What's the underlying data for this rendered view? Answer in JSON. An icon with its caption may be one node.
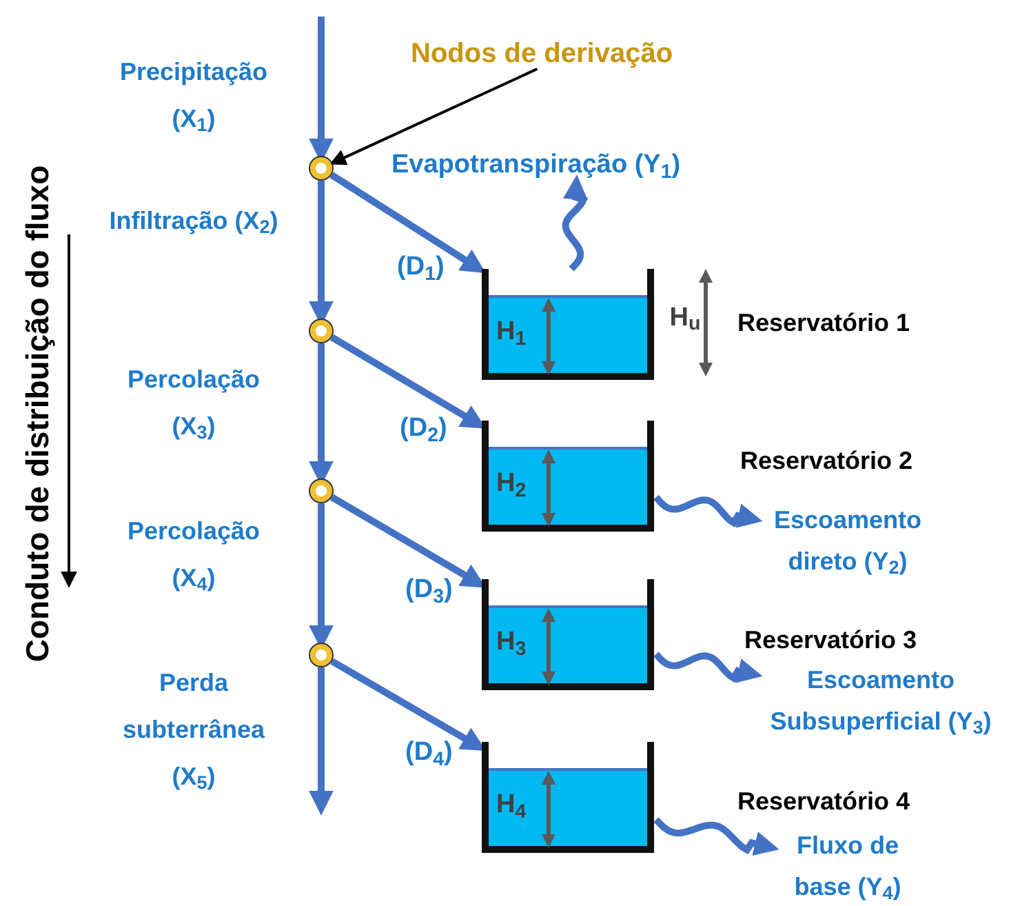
{
  "diagram": {
    "nodes": [
      {
        "text": [],
        "shape": "circle"
      },
      {
        "text": [],
        "shape": "circle"
      },
      {
        "text": [],
        "shape": "circle"
      },
      {
        "text": [],
        "shape": "circle"
      },
      {
        "text": [
          "H$_{1}$"
        ],
        "beside": [
          "(D$_{1}$)"
        ]
      },
      {
        "text": [
          "H$_{2}$"
        ],
        "beside": [
          "(D$_{2}$)"
        ]
      },
      {
        "text": [
          "H$_{3}$"
        ],
        "beside": [
          "(D$_{3}$)"
        ]
      },
      {
        "text": [
          "H$_{4}$"
        ],
        "beside": [
          "(D$_{4}$)"
        ]
      },
      {
        "text": [
          "Nodos de derivação"
        ]
      },
      {
        "text": [
          "Evapotranspiração (Y$_{1}$)"
        ]
      },
      {
        "text": [
          "Escoamento direto (Y$_{2}$)"
        ]
      },
      {
        "text": [
          "Escoamento Subsuperficial (Y$_{3}$)"
        ]
      },
      {
        "text": [
          "Fluxo de base (Y$_{4}$)"
        ]
      }
    ],
    "edges": [
      {
        "from": null,
        "to": 0,
        "arrow": "to",
        "label": "Precipitação (X$_{1}$)"
      },
      {
        "from": 0,
        "to": 1,
        "arrow": "to",
        "label": "Infiltração (X$_{2}$)"
      },
      {
        "from": 1,
        "to": 2,
        "arrow": "to",
        "label": "Percolação (X$_{3}$)"
      },
      {
        "from": 2,
        "to": 3,
        "arrow": "to",
        "label": "Percolação (X$_{4}$)"
      },
      {
        "from": 3,
        "to": null,
        "arrow": "to",
        "label": "Perda subterrânea (X$_{5}$)"
      },
      {
        "from": 0,
        "to": 4,
        "arrow": "to"
      },
      {
        "from": 1,
        "to": 5,
        "arrow": "to"
      },
      {
        "from": 2,
        "to": 6,
        "arrow": "to"
      },
      {
        "from": 3,
        "to": 7,
        "arrow": "to"
      },
      {
        "from": 8,
        "to": 0,
        "arrow": "to",
        "color": "#000000"
      },
      {
        "from": 4,
        "to": 9,
        "arrow": "to"
      },
      {
        "from": 5,
        "to": 10,
        "arrow": "to"
      },
      {
        "from": 6,
        "to": 11,
        "arrow": "to"
      },
      {
        "from": 7,
        "to": 12,
        "arrow": "to"
      }
    ],
    "labels": [
      "Conduto de distribuição do fluxo",
      "H$_{u}$",
      "Reservatório 1",
      "Reservatório 2",
      "Reservatório 3",
      "Reservatório 4"
    ]
  }
}
